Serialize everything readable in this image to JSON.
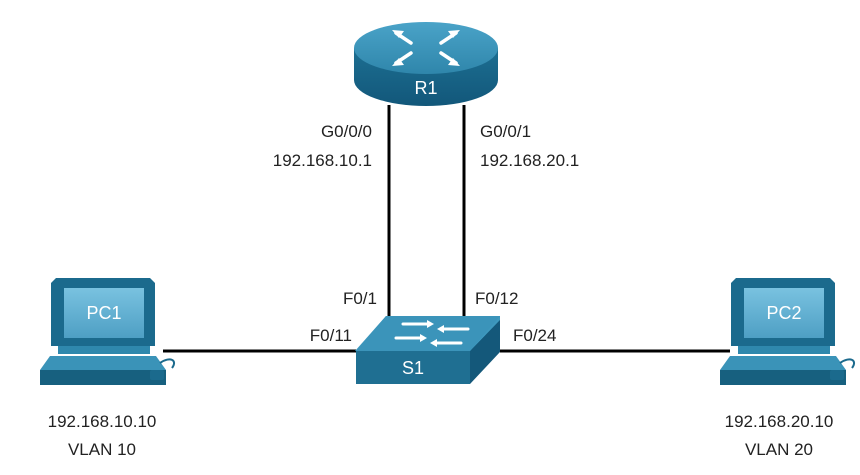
{
  "colors": {
    "device_top": "#3a93b8",
    "device_side": "#17607f",
    "device_dark": "#0f4c66",
    "screen": "#5fb0d3",
    "link": "#000000",
    "text": "#222222"
  },
  "devices": {
    "router": {
      "name": "R1",
      "icon": "router-icon"
    },
    "switch": {
      "name": "S1",
      "icon": "switch-icon"
    },
    "pc1": {
      "name": "PC1",
      "icon": "pc-icon",
      "ip": "192.168.10.10",
      "vlan": "VLAN 10"
    },
    "pc2": {
      "name": "PC2",
      "icon": "pc-icon",
      "ip": "192.168.20.10",
      "vlan": "VLAN 20"
    }
  },
  "interfaces": {
    "r1_g000": {
      "port": "G0/0/0",
      "ip": "192.168.10.1"
    },
    "r1_g001": {
      "port": "G0/0/1",
      "ip": "192.168.20.1"
    },
    "s1_f01": "F0/1",
    "s1_f012": "F0/12",
    "s1_f011": "F0/11",
    "s1_f024": "F0/24"
  }
}
